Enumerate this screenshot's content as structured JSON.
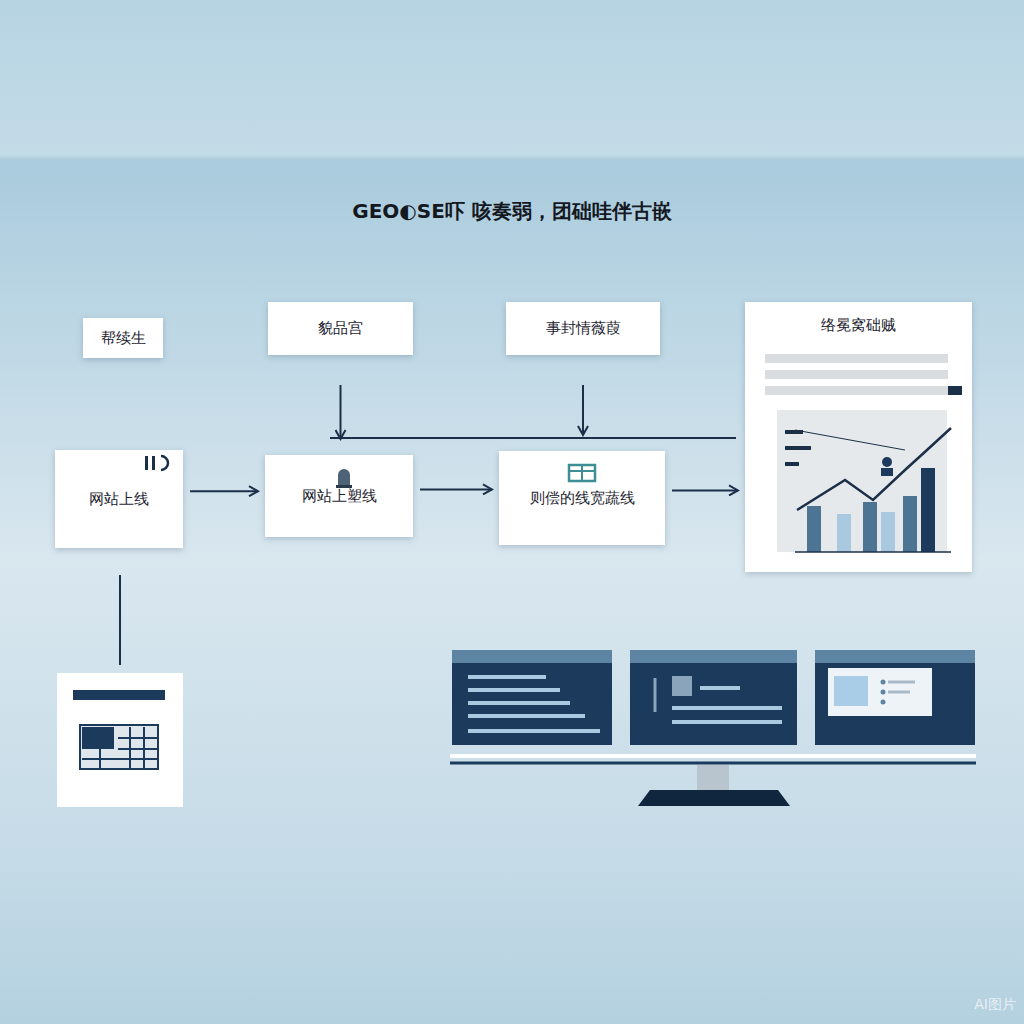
{
  "diagram": {
    "title": "GEO◐SE吓 咳奏弱，团础哇伴古嵌",
    "nodes": [
      {
        "text": [
          "帮续生"
        ]
      },
      {
        "text": [
          "貌品宫"
        ]
      },
      {
        "text": [
          "事封情薇葭"
        ]
      },
      {
        "text": [
          "络冕窝础贼"
        ]
      },
      {
        "text": [
          "网站上线"
        ]
      },
      {
        "text": [
          "网站上塑线"
        ]
      },
      {
        "text": [
          "则偿的线宽蔬线"
        ]
      }
    ],
    "edges": [
      {
        "from": 4,
        "to": 5,
        "arrow": "to"
      },
      {
        "from": 5,
        "to": 6,
        "arrow": "to"
      },
      {
        "from": 6,
        "to": 3,
        "arrow": "to"
      },
      {
        "from": 1,
        "to": 5,
        "arrow": "to"
      },
      {
        "from": 2,
        "to": 6,
        "arrow": "to"
      }
    ],
    "labels": [
      "AI图片"
    ]
  }
}
